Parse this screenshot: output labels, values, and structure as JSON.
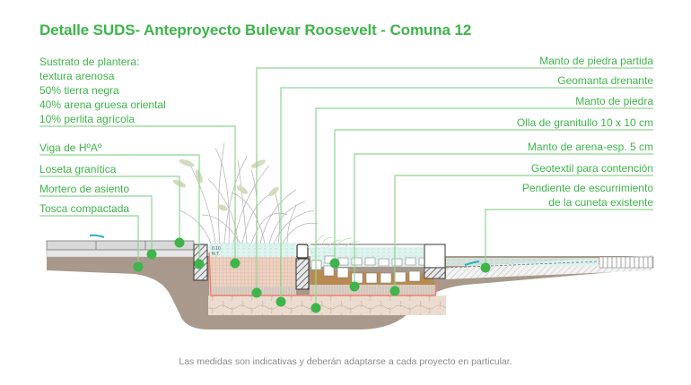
{
  "title": "Detalle SUDS-  Anteproyecto Bulevar Roosevelt - Comuna 12",
  "left_labels": {
    "substrate": [
      "Sustrato de plantera:",
      "textura arenosa",
      "50% tierra negra",
      "40% arena gruesa oriental",
      "10% perlita agrícola"
    ],
    "beam": "Viga de HºAº",
    "tile": "Loseta granítica",
    "mortar": "Mortero de asiento",
    "subbase": "Tosca compactada"
  },
  "right_labels": {
    "crushed_stone": "Manto de piedra partida",
    "drain_mat": "Geomanta drenante",
    "stone_layer": "Manto de piedra",
    "granite_pot": "Olla de granitullo 10 x 10 cm",
    "sand_layer": "Manto de arena-esp. 5 cm",
    "geotextile": "Geotextil para contención",
    "slope_line1": "Pendiente de escurrimiento",
    "slope_line2": "de la cuneta existente"
  },
  "drawing": {
    "small_note_1": "0.10",
    "small_note_2": "N.T."
  },
  "caption": "Las medidas son indicativas y deberán adaptarse a cada proyecto en particular.",
  "colors": {
    "accent_green": "#3db54a",
    "leader_green": "#8fd58f",
    "soil": "#a8998c",
    "geotextile_red": "#f08070",
    "water": "#cfeee8"
  }
}
